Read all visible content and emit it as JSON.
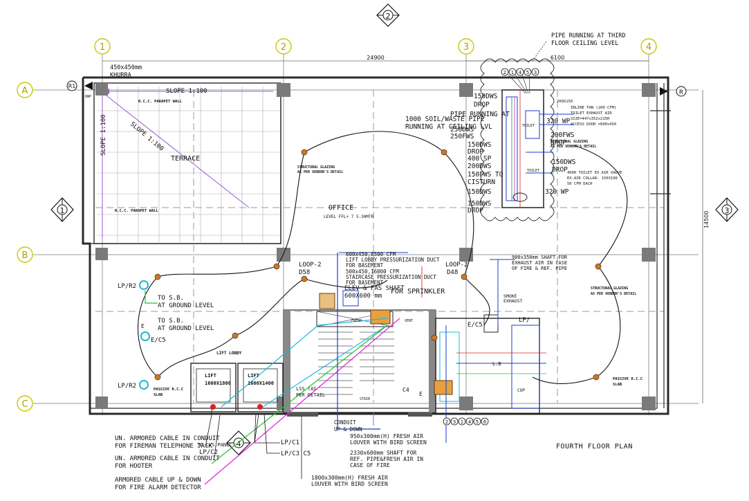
{
  "grid_columns": [
    "1",
    "2",
    "3",
    "4"
  ],
  "grid_rows": [
    "A",
    "B",
    "C"
  ],
  "section_marks": {
    "top": "2",
    "left": "1",
    "right": "3",
    "bottom": "4"
  },
  "ref_marks": {
    "left": "R1",
    "right": "R"
  },
  "dims": {
    "width": "24900",
    "segment": "6100",
    "height": "14500"
  },
  "ceiling_note": [
    "PIPE RUNNING AT THIRD",
    "FLOOR CEILING LEVEL"
  ],
  "khurra": [
    "450x450mm",
    "KHURRA"
  ],
  "terrace": {
    "slope_h": "SLOPE 1:100",
    "slope_v": "SLOPE 1:100",
    "slope_diag": "SLOPE 1:100",
    "label": "TERRACE",
    "parapet_top": "R.C.C. PARAPET WALL",
    "parapet_bottom": "R.C.C. PARAPET WALL",
    "rwp": "RWP"
  },
  "office": {
    "label": "OFFICE",
    "level": "LEVEL FFL+ 7 5.30MTR"
  },
  "structural_note": [
    "STRUCTURAL GLAZING",
    "AS PER VENDOR'S DETAIL"
  ],
  "pipe_bubbles": [
    "2",
    "1",
    "4",
    "5",
    "3"
  ],
  "pipe_bubbles_bottom": [
    "2",
    "3",
    "1",
    "4",
    "5",
    "6"
  ],
  "toilet_pipes": [
    "150DWS",
    "DROP",
    "1000 SOIL/WASTE PIPE",
    "RUNNING AT CEILING LVL",
    "250DWS",
    "250FWS",
    "150DWS",
    "DROP",
    "400 SP",
    "200DWS",
    "150FWS TO",
    "CISTURN",
    "150DWS",
    "150DWS",
    "DROP"
  ],
  "toilet_right": [
    "320 WP",
    "200FWS",
    "DROP",
    "150DWS",
    "DROP",
    "320 WP"
  ],
  "toilet_labels": {
    "tolet": "TOILET",
    "toilet": "TOILET",
    "pipe_running": "PIPE RUNNING AT"
  },
  "fan_note": [
    "200X150",
    "INLINE FAN (200 CFM)",
    "TOILET EXHAUST AIR",
    "SIZE=447x352x215H",
    "ACCESS DOOR =600x450"
  ],
  "valve_note": [
    "4000 TOILET EX.AIR VALVE",
    "EX.AIR COLLAR- 150X100",
    "50 CFM EACH"
  ],
  "loops": {
    "loop1": "LOOP-2",
    "loop1b": "D58",
    "loop2": "LOOP-2",
    "loop2b": "D48"
  },
  "lift_lobby": {
    "duct1": "600x450,8500 CFM",
    "duct1b": "LIFT LOBBY PRESSURIZATION DUCT",
    "duct1c": "FOR BASEMENT",
    "duct2": "500x450,16000 CFM",
    "duct2b": "STAIRCASE PRESSURIZATION DUCT",
    "duct2c": "FOR BASEMENT",
    "shaft": "ELEV & FAS SHAFT",
    "shaft_size": "600X600 mm",
    "sprinkler": "FOR SPRINKLER",
    "lobby": "LIFT LOBBY",
    "fresh": "FRESH",
    "vent": "VENT"
  },
  "shaft_note": [
    "900x350mm SHAFT FOR",
    "EXHAUST AIR IN CASE",
    "OF FIRE & REF. PIPE"
  ],
  "smoke": [
    "SMOKE",
    "EXHAUST"
  ],
  "ground_level": [
    "TO S.B.",
    "AT GROUND LEVEL",
    "TO S.B.",
    "AT GROUND LEVEL"
  ],
  "panels": {
    "lpr2": "LP/R2",
    "lpr2b": "LP/R2",
    "ec5": "E/C5",
    "e": "E",
    "lp": "LP/",
    "ec5b": "E/C5",
    "c4": "C4",
    "e2": "E"
  },
  "lifts": {
    "lift1": "LIFT",
    "lift1b": "1600X1800",
    "lift2": "LIFT",
    "lift2b": "1600X1400"
  },
  "louvers": {
    "l1": "950x300mm(H) FRESH AIR",
    "l1b": "LOUVER WITH BIRD SCREEN",
    "l2": "2330x600mm SHAFT FOR",
    "l2b": "REF. PIPE&FRESH AIR IN",
    "l2c": "CASE OF FIRE",
    "l3": "1800x300mm(H) FRESH AIR",
    "l3b": "LOUVER WITH BIRD SCREEN"
  },
  "conduit": [
    "CONDUIT",
    "UP & DOWN"
  ],
  "slab": [
    "PASSIVE R.C.C",
    "SLAB"
  ],
  "slab_left": [
    "PASSIVE R.C.C",
    "SLAB"
  ],
  "cable_notes": {
    "c1": "UN. ARMORED CABLE IN CONDUIT",
    "c1b": "FOR FIREMAN TELEPHONE JACK",
    "c2": "UN. ARMORED CABLE IN CONDUIT",
    "c2b": "FOR HOOTER",
    "c3": "ARMORED CABLE UP & DOWN",
    "c3b": "FOR FIRE ALARM DETECTOR",
    "lpc1": "LP/C1",
    "lpc2": "LP/C2",
    "lpc3": "LP/C3 C5",
    "tolvfs": "TO LVS.PANEL"
  },
  "plan_title": "FOURTH FLOOR PLAN",
  "tiny": {
    "st": "STAIR",
    "lss": "LSS (AS",
    "per": "PER DETAIL",
    "cop": "COP",
    "lb": "L.B"
  }
}
